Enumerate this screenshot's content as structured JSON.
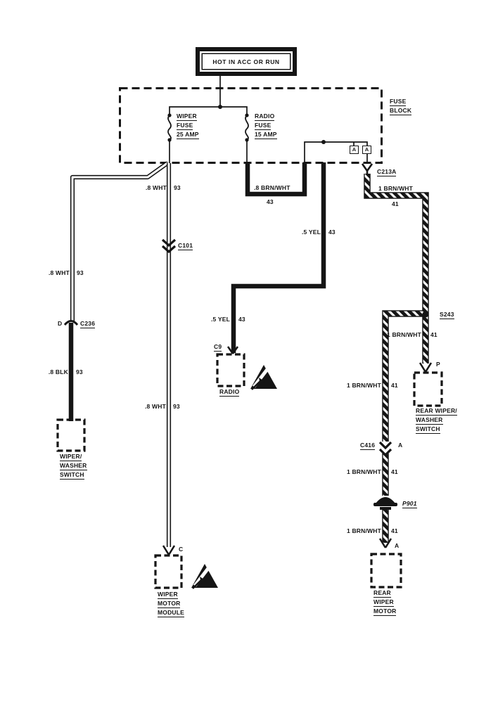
{
  "colors": {
    "ink": "#151515",
    "paper": "#ffffff"
  },
  "power_label": {
    "text": "HOT IN ACC OR RUN"
  },
  "fuse_block": {
    "title": [
      "FUSE",
      "BLOCK"
    ],
    "wiper_fuse": [
      "WIPER",
      "FUSE",
      "25 AMP"
    ],
    "radio_fuse": [
      "RADIO",
      "FUSE",
      "15 AMP"
    ],
    "terminals": [
      "A",
      "A"
    ]
  },
  "connectors": {
    "c213a": "C213A",
    "c101": "C101",
    "c236": "C236",
    "c9": "C9",
    "s243": "S243",
    "c416": "C416",
    "p901": "P901",
    "pin_d": "D",
    "pin_p": "P",
    "pin_a_c416": "A",
    "pin_a_motor": "A",
    "pin_c": "C"
  },
  "wire_labels": [
    {
      "color": ".8 WHT",
      "circuit": "93"
    },
    {
      "color": ".8 BRN/WHT",
      "circuit": "43"
    },
    {
      "color": "1 BRN/WHT",
      "circuit": "41"
    },
    {
      "color": ".5 YEL",
      "circuit": "43"
    },
    {
      "color": ".8 WHT",
      "circuit": "93"
    },
    {
      "color": ".5 YEL",
      "circuit": "43"
    },
    {
      "color": "1 BRN/WHT",
      "circuit": "41"
    },
    {
      "color": ".8 BLK",
      "circuit": "93"
    },
    {
      "color": "1 BRN/WHT",
      "circuit": "41"
    },
    {
      "color": ".8 WHT",
      "circuit": "93"
    },
    {
      "color": "1 BRN/WHT",
      "circuit": "41"
    },
    {
      "color": "1 BRN/WHT",
      "circuit": "41"
    }
  ],
  "components": {
    "wiper_washer_switch": [
      "WIPER/",
      "WASHER",
      "SWITCH"
    ],
    "radio": [
      "RADIO"
    ],
    "wiper_motor_module": [
      "WIPER",
      "MOTOR",
      "MODULE"
    ],
    "rear_wiper_washer_switch": [
      "REAR WIPER/",
      "WASHER",
      "SWITCH"
    ],
    "rear_wiper_motor": [
      "REAR",
      "WIPER",
      "MOTOR"
    ]
  }
}
